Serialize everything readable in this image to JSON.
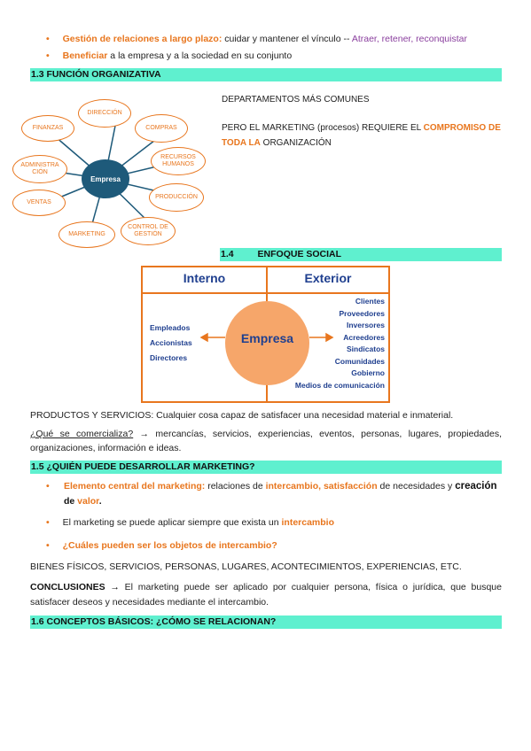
{
  "bullets_top": [
    {
      "strong": "Gestión de relaciones a largo plazo:",
      "text": " cuidar y mantener el vínculo -- ",
      "extra": "Atraer, retener, reconquistar"
    },
    {
      "strong": "Beneficiar",
      "text": " a la empresa y a la sociedad en su conjunto"
    }
  ],
  "section_1_3": {
    "title": "1.3 FUNCIÓN ORGANIZATIVA"
  },
  "org_diagram": {
    "center": "Empresa",
    "nodes": [
      "DIRECCIÓN",
      "COMPRAS",
      "RECURSOS HUMANOS",
      "PRODUCCIÓN",
      "CONTROL DE GESTIÓN",
      "MARKETING",
      "VENTAS",
      "ADMINISTRA CIÓN",
      "FINANZAS"
    ]
  },
  "side_text": {
    "line1": "DEPARTAMENTOS MÁS COMUNES",
    "line2_a": "PERO EL MARKETING (procesos) REQUIERE EL ",
    "line2_b": "COMPROMISO DE TODA LA",
    "line2_c": " ORGANIZACIÓN"
  },
  "section_1_4": {
    "number": "1.4",
    "title": "ENFOQUE SOCIAL"
  },
  "social_diagram": {
    "interno": "Interno",
    "exterior": "Exterior",
    "center": "Empresa",
    "internal": [
      "Empleados",
      "Accionistas",
      "Directores"
    ],
    "external": [
      "Clientes",
      "Proveedores",
      "Inversores",
      "Acreedores",
      "Sindicatos",
      "Comunidades",
      "Gobierno",
      "Medios de comunicación"
    ]
  },
  "products": {
    "line": "PRODUCTOS Y SERVICIOS: Cualquier cosa capaz de satisfacer una necesidad material e inmaterial.",
    "question": "¿Qué se comercializa?",
    "arrow": " → ",
    "answer": "mercancías, servicios, experiencias, eventos, personas, lugares, propiedades, organizaciones, información e ideas."
  },
  "section_1_5": {
    "title": "1.5 ¿QUIÉN PUEDE DESARROLLAR MARKETING?"
  },
  "bullets_15": {
    "b1_strong": "Elemento central del marketing:",
    "b1_text": " relaciones de ",
    "b1_hl": "intercambio, satisfacción",
    "b1_text2": " de necesidades y ",
    "b1_bold": "creación",
    "b1_text3": "de ",
    "b1_hl2": "valor",
    "b1_end": ".",
    "b2_text": "El marketing se puede aplicar siempre que exista un ",
    "b2_hl": "intercambio",
    "b3": "¿Cuáles pueden ser los objetos de intercambio?"
  },
  "bienes": "BIENES FÍSICOS, SERVICIOS, PERSONAS, LUGARES, ACONTECIMIENTOS, EXPERIENCIAS, ETC.",
  "conclusiones": {
    "label": "CONCLUSIONES",
    "arrow": " → ",
    "text": "El marketing puede ser aplicado por cualquier persona, física o jurídica, que busque satisfacer deseos y necesidades mediante el intercambio."
  },
  "section_1_6": {
    "title": "1.6 CONCEPTOS BÁSICOS: ¿CÓMO SE RELACIONAN?"
  },
  "colors": {
    "accent": "#e8761e",
    "bar": "#5ff0cf",
    "navy": "#1f3f8f",
    "center": "#1e5a7a",
    "purple": "#8a3f9e"
  }
}
